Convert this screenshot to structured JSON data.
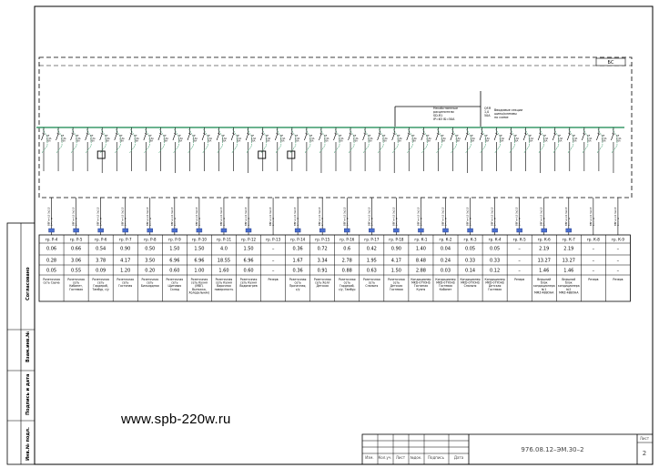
{
  "feeder_label": "БС",
  "main_note": "Несобственные\nрасцепители\nSD-R1\nIР=63 IБ=50A",
  "main_breaker": "QF.R\n1,0\n50А",
  "rcd_note": "Вводимые секции\nшины/клеммы\nпо схеме",
  "breaker_specs": "QF\n1,3А\n16А",
  "cable_spec": "ВВГнг-LS 3х2,5\nL=... м",
  "groups": [
    {
      "id": "гр. Р-4",
      "p": "0.06",
      "i": "0.28",
      "pr": "0.05",
      "desc": "Розеточная сеть Сауна",
      "spd": true
    },
    {
      "id": "гр. Р-5",
      "p": "0.66",
      "i": "3.06",
      "pr": "0.55",
      "desc": "Розеточная сеть Кабинет, Гостевая",
      "spd": true
    },
    {
      "id": "гр. Р-6",
      "p": "0.54",
      "i": "3.78",
      "pr": "0.09",
      "desc": "Розеточная сеть Гардероб, Тамбур, с/у",
      "spd": true
    },
    {
      "id": "гр. Р-7",
      "p": "0.90",
      "i": "4.17",
      "pr": "1.20",
      "desc": "Розеточная сеть Гостиная",
      "spd": true
    },
    {
      "id": "гр. Р-8",
      "p": "0.50",
      "i": "3.50",
      "pr": "0.20",
      "desc": "Розеточная сеть Бильярдная",
      "spd": true
    },
    {
      "id": "гр. Р-9",
      "p": "1.50",
      "i": "6.96",
      "pr": "0.60",
      "desc": "Розеточная сеть Щитовая Склад",
      "spd": true
    },
    {
      "id": "гр. Р-10",
      "p": "1.50",
      "i": "6.96",
      "pr": "1.00",
      "desc": "Розеточная сеть Кухня (МВП, Вытяжка, Холодильник)",
      "spd": true
    },
    {
      "id": "гр. Р-11",
      "p": "4.0",
      "i": "18.55",
      "pr": "1.60",
      "desc": "Розеточная сеть Кухня Варочная поверхность",
      "spd": true
    },
    {
      "id": "гр. Р-12",
      "p": "1.50",
      "i": "6.96",
      "pr": "0.60",
      "desc": "Розеточная сеть Кухня Водонагрев",
      "spd": true
    },
    {
      "id": "гр. Р-13",
      "p": "–",
      "i": "–",
      "pr": "–",
      "desc": "Резерв",
      "spd": false
    },
    {
      "id": "гр. Р-14",
      "p": "0.36",
      "i": "1.67",
      "pr": "0.36",
      "desc": "Розеточная сеть Прачечная, с/у",
      "spd": true
    },
    {
      "id": "гр. Р-15",
      "p": "0.72",
      "i": "3.34",
      "pr": "0.91",
      "desc": "Розеточная сеть Холл Детская",
      "spd": true
    },
    {
      "id": "гр. Р-16",
      "p": "0.6",
      "i": "2.78",
      "pr": "0.88",
      "desc": "Розеточная сеть Гардероб, с/у, Тамбур",
      "spd": true
    },
    {
      "id": "гр. Р-17",
      "p": "0.42",
      "i": "1.95",
      "pr": "0.63",
      "desc": "Розеточная сеть Спальня",
      "spd": true
    },
    {
      "id": "гр. Р-18",
      "p": "0.90",
      "i": "4.17",
      "pr": "1.50",
      "desc": "Розеточная сеть Детская Гостевая",
      "spd": true
    },
    {
      "id": "гр. К-1",
      "p": "1.40",
      "i": "8.48",
      "pr": "2.88",
      "desc": "Кондиционер MKD-07YOHS Гостиная Кухня",
      "spd": true
    },
    {
      "id": "гр. К-2",
      "p": "0.04",
      "i": "0.24",
      "pr": "0.03",
      "desc": "Кондиционер MKD-07YOHS Гостевая Кабинет",
      "spd": true
    },
    {
      "id": "гр. К-3",
      "p": "0.05",
      "i": "0.33",
      "pr": "0.14",
      "desc": "Кондиционер MKD-07YOHS Спальня",
      "spd": true
    },
    {
      "id": "гр. К-4",
      "p": "0.05",
      "i": "0.33",
      "pr": "0.12",
      "desc": "Кондиционер MKD-07YOHS Детская Гостевая",
      "spd": true
    },
    {
      "id": "гр. К-5",
      "p": "–",
      "i": "–",
      "pr": "–",
      "desc": "Резерв",
      "spd": true
    },
    {
      "id": "гр. К-6",
      "p": "2.19",
      "i": "13.27",
      "pr": "1.46",
      "desc": "Внешний блок кондиционера №1 MMZ-48BOHA",
      "spd": true
    },
    {
      "id": "гр. К-7",
      "p": "2.19",
      "i": "13.27",
      "pr": "1.46",
      "desc": "Внешний блок кондиционера №2 MMZ-48BOHA",
      "spd": true
    },
    {
      "id": "гр. К-8",
      "p": "–",
      "i": "–",
      "pr": "–",
      "desc": "Резерв",
      "spd": false
    },
    {
      "id": "гр. К-9",
      "p": "–",
      "i": "–",
      "pr": "–",
      "desc": "Резерв",
      "spd": false
    }
  ],
  "side_labels": [
    "Согласовано",
    "Взам.инв.№",
    "Подпись и дата",
    "Инв.№ подл."
  ],
  "stamp": {
    "code": "976.08.12–ЭМ.30–2",
    "sheet_label": "Лист",
    "sheet_no": "2",
    "columns": [
      "Изм.",
      "Кол.уч.",
      "Лист",
      "№док.",
      "Подпись",
      "Дата"
    ]
  },
  "watermark": "www.spb-220w.ru"
}
